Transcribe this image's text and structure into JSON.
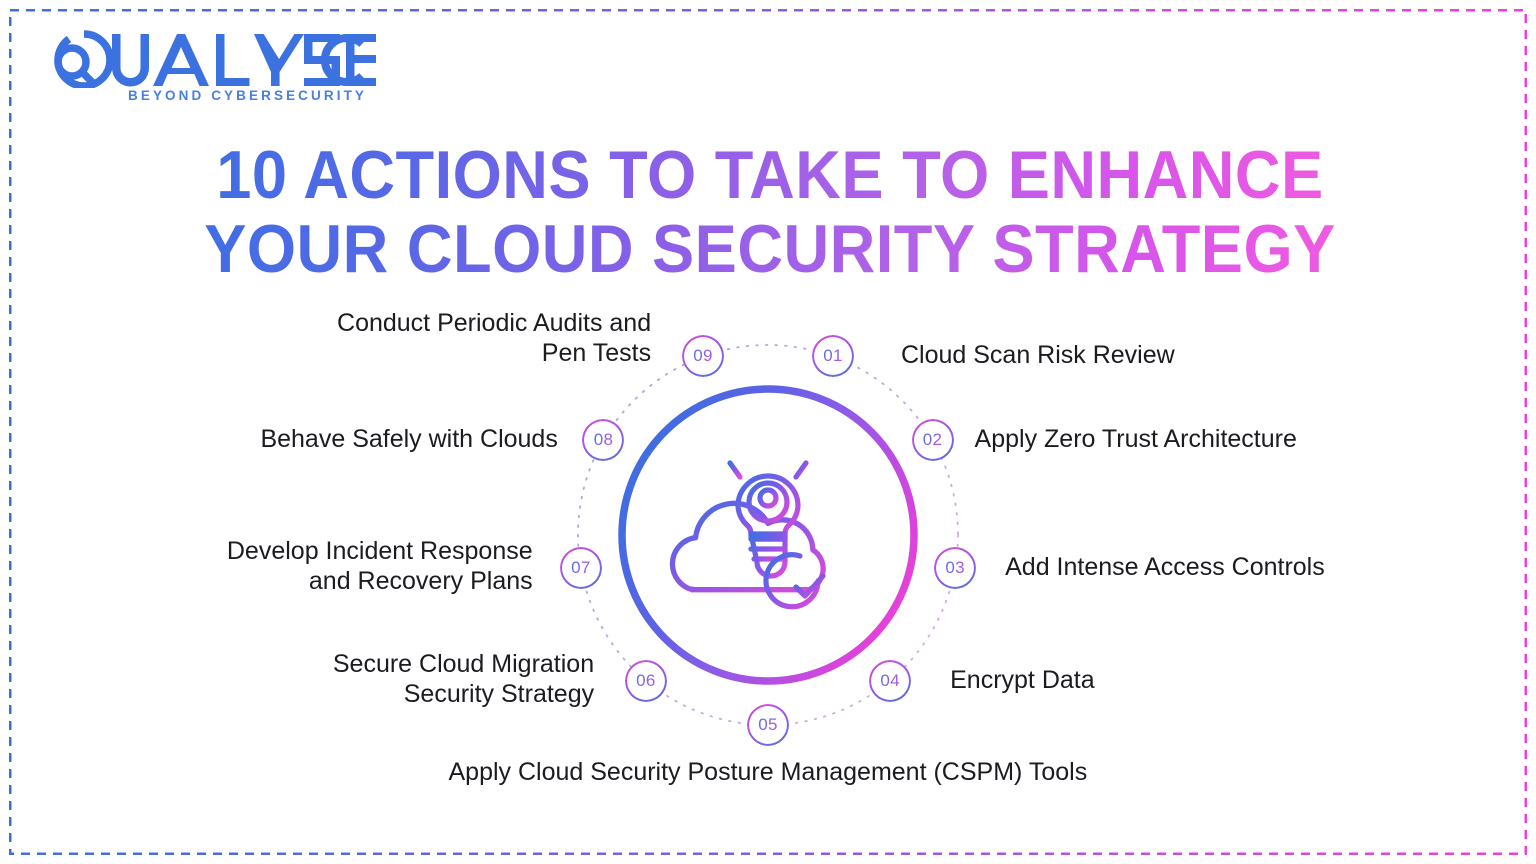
{
  "brand": {
    "name": "QUALYSEC",
    "tagline": "BEYOND CYBERSECURITY",
    "logo_color": "#3b72e0"
  },
  "title": {
    "line1": "10 ACTIONS TO TAKE TO ENHANCE",
    "line2": "YOUR CLOUD SECURITY STRATEGY",
    "full": "10 ACTIONS TO TAKE TO ENHANCE\nYOUR CLOUD SECURITY STRATEGY",
    "gradient_start": "#3d6fe4",
    "gradient_end": "#f45ce0"
  },
  "center_icon": {
    "name": "cloud-lightbulb-check-icon",
    "gradient_start": "#4a73e3",
    "gradient_end": "#e04ad8"
  },
  "wheel": {
    "ring_gradient_start": "#3b6fe0",
    "ring_gradient_end": "#ee3fd8",
    "dotted_track_color": "#b9a8cf"
  },
  "items": [
    {
      "num": "01",
      "label": "Cloud Scan Risk Review",
      "side": "right"
    },
    {
      "num": "02",
      "label": "Apply Zero Trust Architecture",
      "side": "right"
    },
    {
      "num": "03",
      "label": "Add Intense Access Controls",
      "side": "right"
    },
    {
      "num": "04",
      "label": "Encrypt Data",
      "side": "right"
    },
    {
      "num": "05",
      "label": "Apply Cloud Security Posture Management (CSPM) Tools",
      "side": "center"
    },
    {
      "num": "06",
      "label": "Secure Cloud Migration\nSecurity Strategy",
      "side": "left"
    },
    {
      "num": "07",
      "label": "Develop Incident Response\nand Recovery Plans",
      "side": "left"
    },
    {
      "num": "08",
      "label": "Behave Safely with Clouds",
      "side": "left"
    },
    {
      "num": "09",
      "label": "Conduct Periodic Audits and\nPen Tests",
      "side": "left"
    }
  ]
}
